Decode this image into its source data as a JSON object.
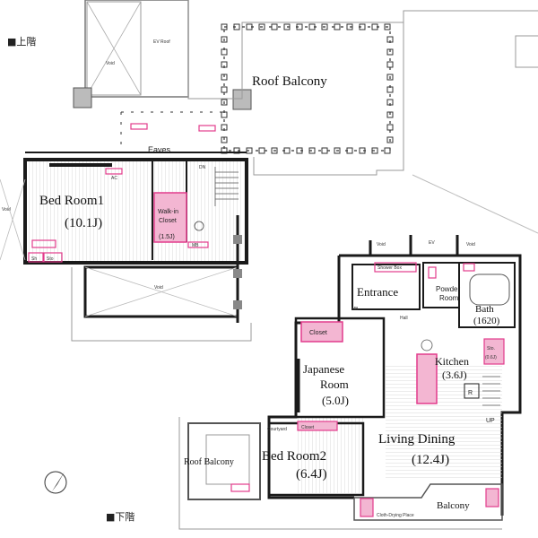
{
  "floors": {
    "upper": "■上階",
    "lower": "■下階"
  },
  "upper_floor": {
    "roof_balcony": "Roof Balcony",
    "ev_roof": "EV Roof",
    "void_top": "Void",
    "eaves": "Eaves",
    "bedroom1_name": "Bed Room1",
    "bedroom1_size": "(10.1J)",
    "walkin_line1": "Walk-in",
    "walkin_line2": "Closet",
    "walkin_size": "(1.5J)",
    "ac": "AC",
    "dn": "DN",
    "sh": "Sh",
    "sto": "Sto",
    "mb": "MB",
    "void_left": "Void",
    "void_lower": "Void"
  },
  "lower_floor": {
    "void_a": "Void",
    "ev": "EV",
    "void_b": "Void",
    "shower_box": "Shower Box",
    "entrance": "Entrance",
    "powder_line1": "Powder",
    "powder_line2": "Room",
    "bath": "Bath",
    "bath_size": "(1620)",
    "mb": "MB",
    "hall": "Hall",
    "closet": "Closet",
    "japanese_line1": "Japanese",
    "japanese_line2": "Room",
    "japanese_size": "(5.0J)",
    "kitchen": "Kitchen",
    "kitchen_size": "(3.6J)",
    "sto": "Sto.",
    "sto_size": "(0.6J)",
    "r": "R",
    "up": "UP",
    "courtyard": "Courtyard",
    "closet_small": "Closet",
    "bedroom2_name": "Bed Room2",
    "bedroom2_size": "(6.4J)",
    "living_name": "Living Dining",
    "living_size": "(12.4J)",
    "roof_balcony": "Roof Balcony",
    "balcony": "Balcony",
    "cloth_drying": "Cloth-Drying Place"
  },
  "colors": {
    "wall": "#1a1a1a",
    "pink": "#e23c8c",
    "pink_fill": "#f3b6d2",
    "gray_wall": "#9a9a9a",
    "light_line": "#bdbdbd",
    "floor_stripe": "#d6d6d6"
  },
  "icons": [
    "compass-icon"
  ]
}
